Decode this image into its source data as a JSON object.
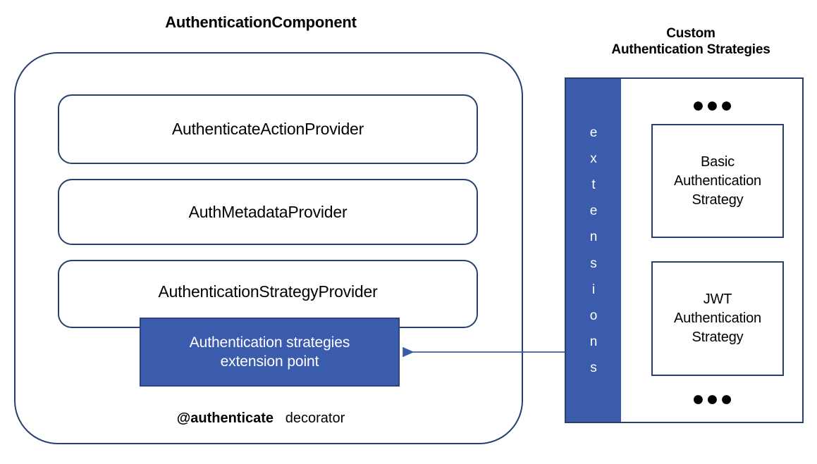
{
  "diagram": {
    "left_title": "AuthenticationComponent",
    "right_title": "Custom\nAuthentication Strategies",
    "decorator": {
      "name": "@authenticate",
      "suffix": "decorator"
    },
    "providers": [
      {
        "label": "AuthenticateActionProvider"
      },
      {
        "label": "AuthMetadataProvider"
      },
      {
        "label": "AuthenticationStrategyProvider"
      }
    ],
    "extension_point": {
      "label": "Authentication strategies\nextension point"
    },
    "extensions_bar": {
      "label": "e\nx\nt\ne\nn\ns\ni\no\nn\ns"
    },
    "strategies": [
      {
        "label": "Basic\nAuthentication\nStrategy"
      },
      {
        "label": "JWT\nAuthentication\nStrategy"
      }
    ],
    "ellipsis_top": "●●●",
    "ellipsis_bottom": "●●●",
    "arrow": {
      "direction": "left",
      "from": "extensions-bar",
      "to": "extension-point-box"
    },
    "colors": {
      "accent_blue": "#3B5CAD",
      "outline_navy": "#27406E",
      "text": "#000000",
      "on_accent_text": "#FFFFFF",
      "background": "#FFFFFF"
    }
  }
}
